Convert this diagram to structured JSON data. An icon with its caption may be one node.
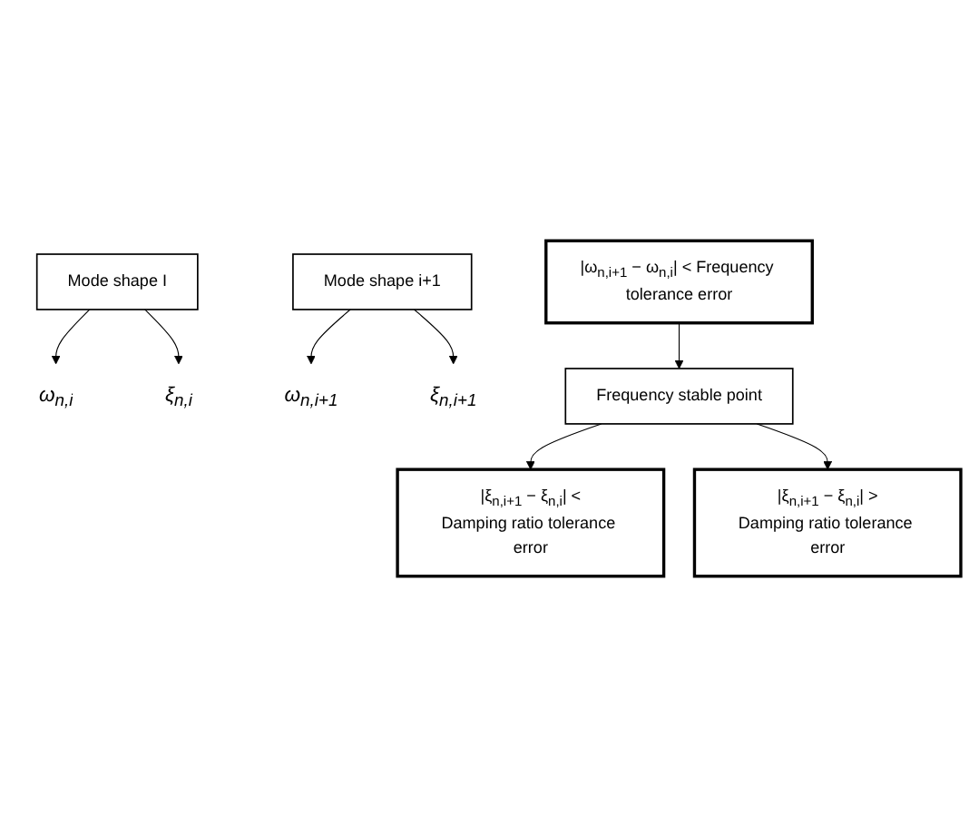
{
  "diagram": {
    "nodes": [
      {
        "text": [
          "Mode shape I"
        ]
      },
      {
        "text": [
          "Mode shape i+1"
        ]
      },
      {
        "text": [
          "ω$_{n,i}$"
        ]
      },
      {
        "text": [
          "ξ$_{n,i}$"
        ]
      },
      {
        "text": [
          "ω$_{n,i+1}$"
        ]
      },
      {
        "text": [
          "ξ$_{n,i+1}$"
        ]
      },
      {
        "text": [
          "|ω$_{n,i+1}$ − ω$_{n,i}$| < Frequency tolerance error"
        ]
      },
      {
        "text": [
          "Frequency stable point"
        ]
      },
      {
        "text": [
          "|ξ$_{n,i+1}$ − ξ$_{n,i}$| <",
          "Damping ratio tolerance error"
        ]
      },
      {
        "text": [
          "|ξ$_{n,i+1}$ − ξ$_{n,i}$| >",
          "Damping ratio tolerance error"
        ]
      }
    ],
    "edges": [
      {
        "from": 0,
        "to": 2,
        "arrow": "to"
      },
      {
        "from": 0,
        "to": 3,
        "arrow": "to"
      },
      {
        "from": 1,
        "to": 4,
        "arrow": "to"
      },
      {
        "from": 1,
        "to": 5,
        "arrow": "to"
      },
      {
        "from": 6,
        "to": 7,
        "arrow": "to"
      },
      {
        "from": 7,
        "to": 8,
        "arrow": "to"
      },
      {
        "from": 7,
        "to": 9,
        "arrow": "to"
      }
    ]
  }
}
